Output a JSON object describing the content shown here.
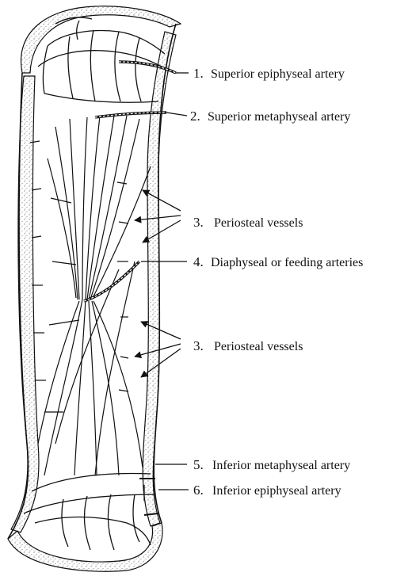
{
  "labels": [
    {
      "num": "1.",
      "text": "Superior epiphyseal artery"
    },
    {
      "num": "2.",
      "text": "Superior metaphyseal artery"
    },
    {
      "num": "3.",
      "text": "Periosteal vessels"
    },
    {
      "num": "4.",
      "text": "Diaphyseal or feeding arteries"
    },
    {
      "num": "3.",
      "text": "Periosteal vessels"
    },
    {
      "num": "5.",
      "text": "Inferior metaphyseal artery"
    },
    {
      "num": "6.",
      "text": "Inferior epiphyseal artery"
    }
  ],
  "colors": {
    "ink": "#111111",
    "stipple": "#9a9a9a",
    "background": "#ffffff"
  }
}
